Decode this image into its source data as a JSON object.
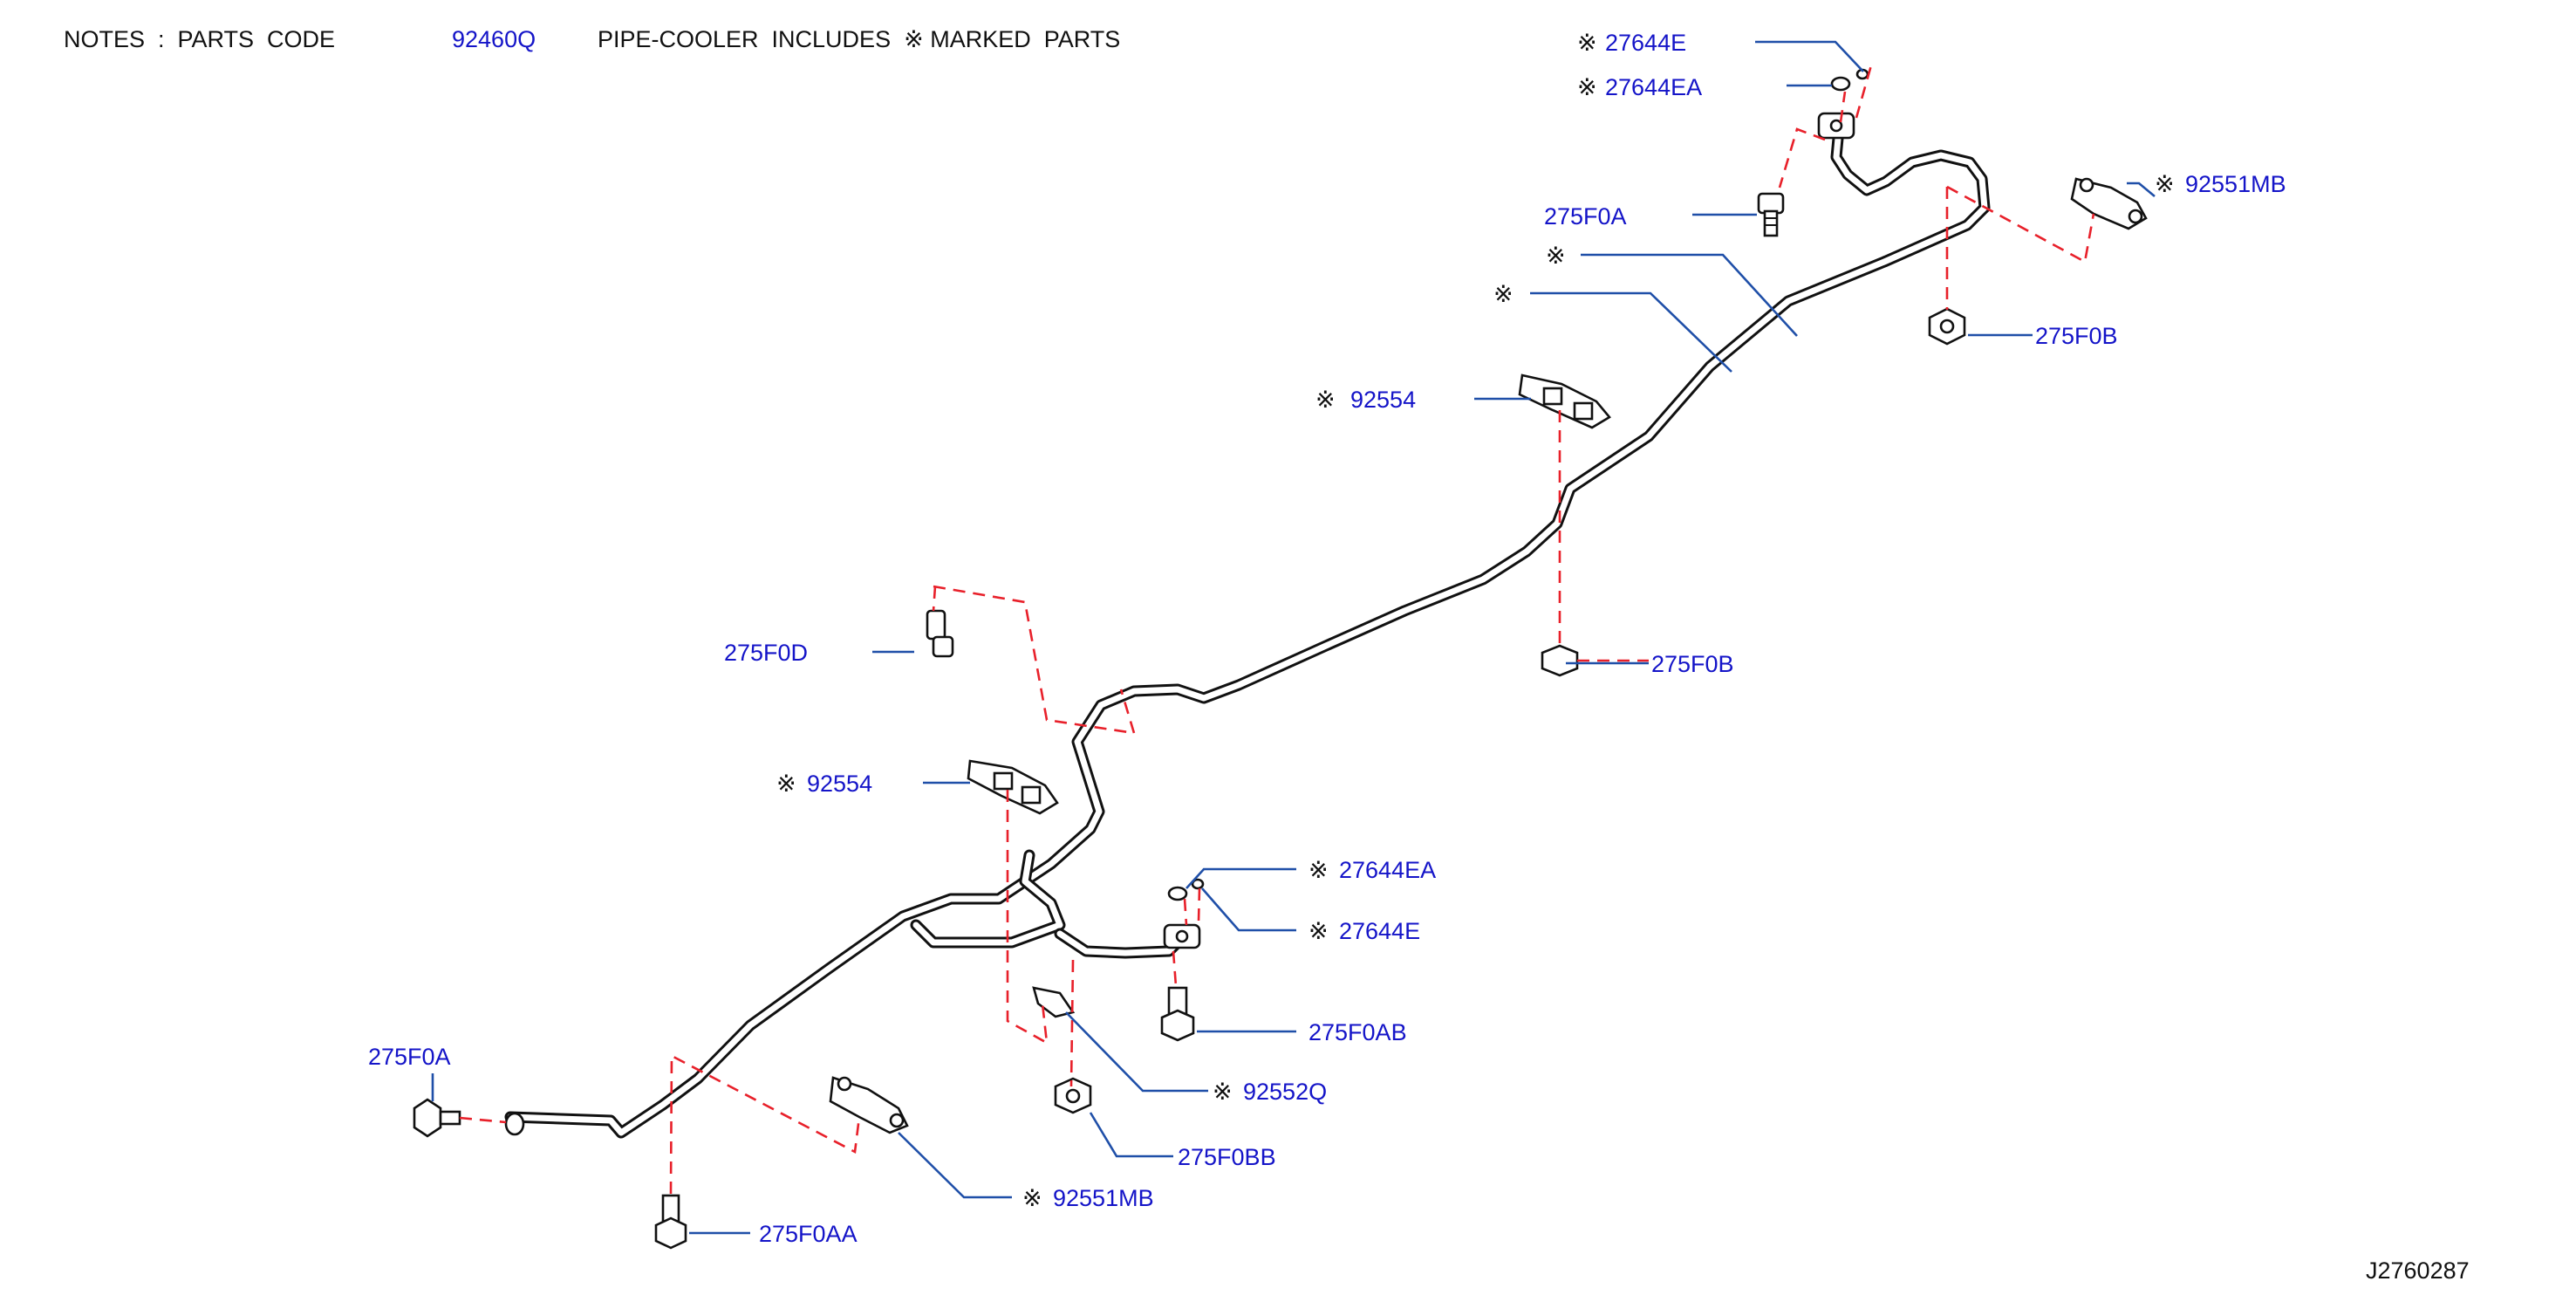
{
  "notes": {
    "prefix": "NOTES  :  PARTS  CODE",
    "code": "92460Q",
    "text": "PIPE-COOLER  INCLUDES  ※ MARKED  PARTS"
  },
  "mark": "※",
  "figure_id": "J2760287",
  "labels": {
    "l_27644E_top": "27644E",
    "l_27644EA_top": "27644EA",
    "l_92551MB_top": "92551MB",
    "l_275F0A_top": "275F0A",
    "l_275F0B_right": "275F0B",
    "l_92554_upper": "92554",
    "l_275F0D": "275F0D",
    "l_275F0B_mid": "275F0B",
    "l_92554_lower": "92554",
    "l_27644EA_bottom": "27644EA",
    "l_27644E_bottom": "27644E",
    "l_275F0AB": "275F0AB",
    "l_92552Q": "92552Q",
    "l_275F0A_left": "275F0A",
    "l_275F0BB": "275F0BB",
    "l_92551MB_bottom": "92551MB",
    "l_275F0AA": "275F0AA"
  },
  "colors": {
    "label_text": "#1414c8",
    "leader_line": "#1f4fa8",
    "dashed_line": "#e8202a",
    "pipe": "#111111"
  }
}
